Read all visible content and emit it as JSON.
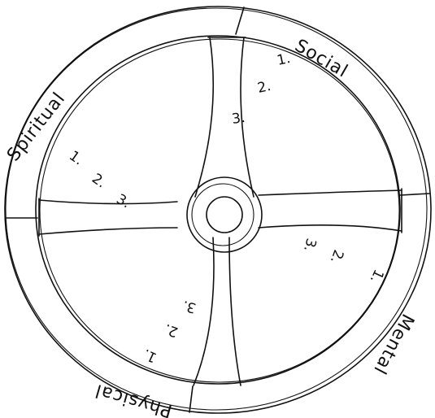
{
  "wheel": {
    "segments": [
      {
        "label": "Social",
        "numbers": [
          "1.",
          "2.",
          "3."
        ]
      },
      {
        "label": "Mental",
        "numbers": [
          "1.",
          "2.",
          "3."
        ]
      },
      {
        "label": "Physical",
        "numbers": [
          "1.",
          "2.",
          "3."
        ]
      },
      {
        "label": "Spiritual",
        "numbers": [
          "1.",
          "2.",
          "3."
        ]
      }
    ]
  }
}
